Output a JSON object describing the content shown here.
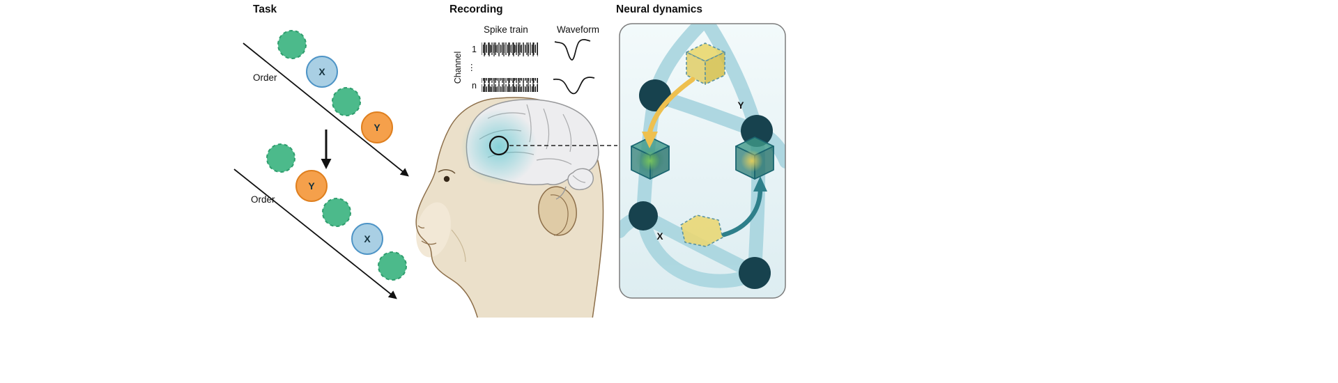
{
  "figure": {
    "panels": {
      "task": {
        "title": "Task",
        "sequences": [
          {
            "order_label": "Order",
            "first": "X",
            "second": "Y"
          },
          {
            "order_label": "Order",
            "first": "Y",
            "second": "X"
          }
        ]
      },
      "recording": {
        "title": "Recording",
        "spike_train_label": "Spike train",
        "waveform_label": "Waveform",
        "channel_axis_label": "Channel",
        "channel_first": "1",
        "channel_ellipsis": "⋮",
        "channel_last": "n"
      },
      "neural": {
        "title": "Neural dynamics",
        "state_y_label": "Y",
        "state_x_label": "X"
      }
    },
    "colors": {
      "green_fill": "#4cba8b",
      "green_stroke": "#2f9e6e",
      "blue_fill": "#a9cfe4",
      "blue_stroke": "#4e94c6",
      "orange_fill": "#f5a04b",
      "orange_stroke": "#df7f1e",
      "ink": "#111111",
      "head_fill": "#ebe0ca",
      "head_stroke": "#8d6f4a",
      "brain_fill": "#ededef",
      "brain_stroke": "#97989a",
      "highlight_teal": "#4fc2cc",
      "panel_border": "#7c7c7c",
      "band_blue": "#abd6e0",
      "node_teal": "#17424e",
      "cube_yellow": "#e8d569",
      "cube_teal": "#2f9383",
      "arrow_yellow": "#eec04f",
      "arrow_teal": "#2e7f8a"
    }
  }
}
